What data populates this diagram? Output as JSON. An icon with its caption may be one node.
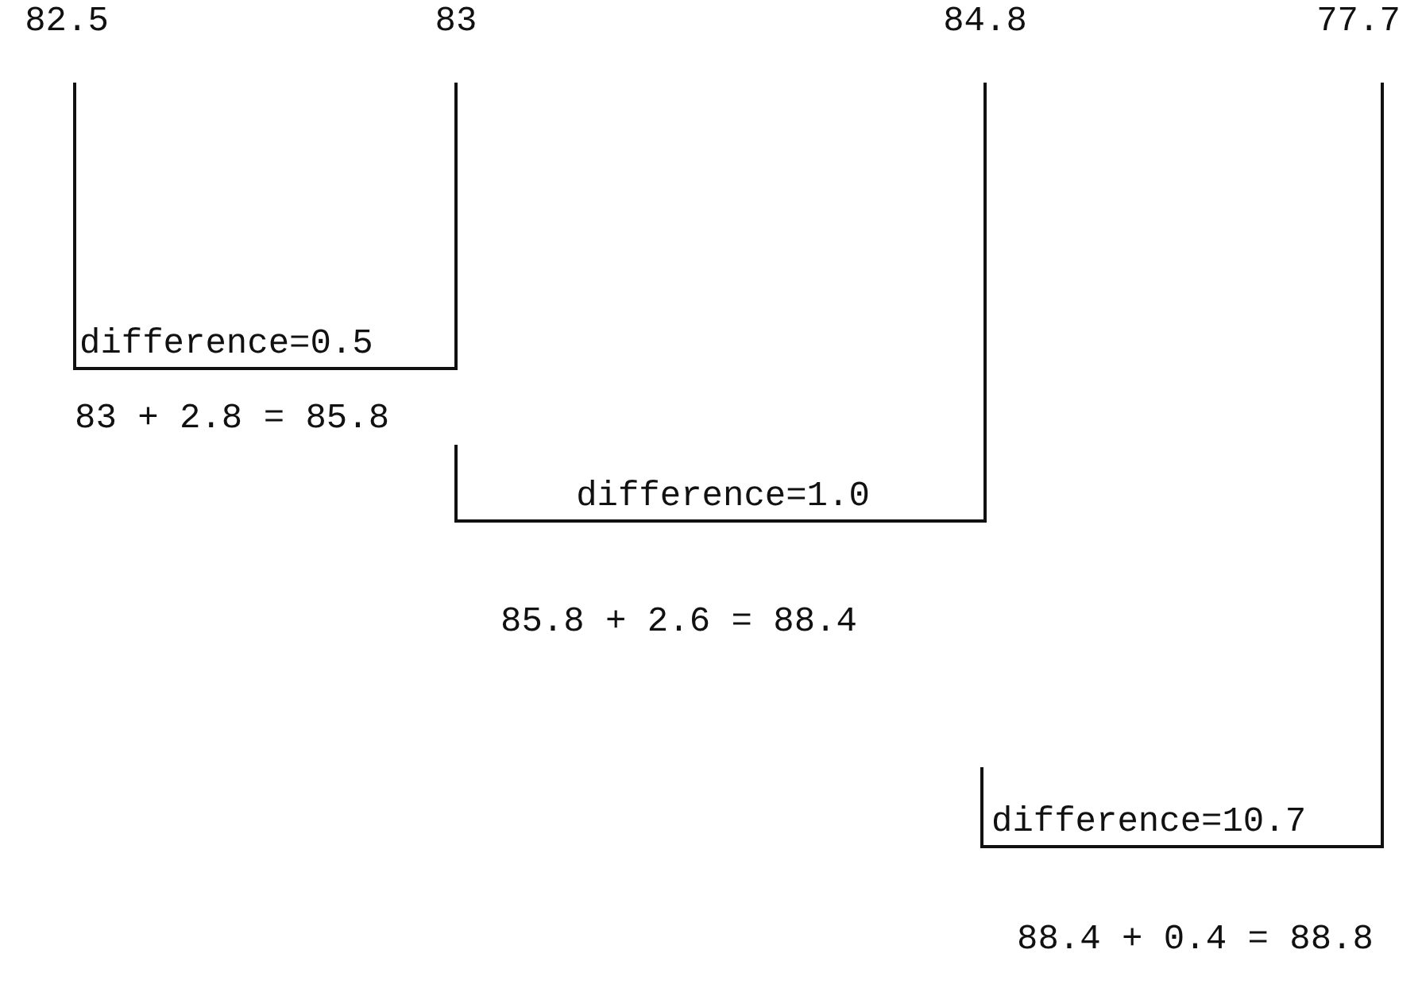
{
  "diagram": {
    "labels": [
      "82.5",
      "83",
      "84.8",
      "77.7",
      "difference=0.5",
      "83 + 2.8 = 85.8",
      "difference=1.0",
      "85.8 + 2.6 = 88.4",
      "difference=10.7",
      "88.4 + 0.4 = 88.8"
    ]
  }
}
